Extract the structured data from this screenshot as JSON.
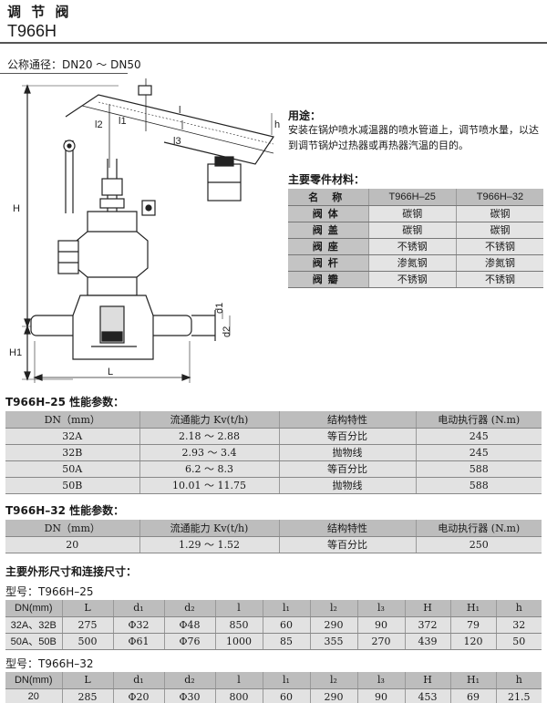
{
  "header": {
    "title": "调 节 阀",
    "model": "T966H",
    "dn_range": "公称通径：DN20 ～ DN50"
  },
  "drawing": {
    "labels": {
      "H": "H",
      "H1": "H1",
      "L": "L",
      "l": "l",
      "l2": "l2",
      "l3": "l3",
      "l1": "l1",
      "h": "h",
      "d1": "d1",
      "d2": "d2"
    }
  },
  "usage": {
    "title": "用途：",
    "text": "安装在锅炉喷水减温器的喷水管道上，调节喷水量，以达到调节锅炉过热器或再热器汽温的目的。"
  },
  "materials": {
    "title": "主要零件材料：",
    "headers": [
      "名 称",
      "T966H–25",
      "T966H–32"
    ],
    "rows": [
      [
        "阀体",
        "碳钢",
        "碳钢"
      ],
      [
        "阀盖",
        "碳钢",
        "碳钢"
      ],
      [
        "阀座",
        "不锈钢",
        "不锈钢"
      ],
      [
        "阀杆",
        "渗氮钢",
        "渗氮钢"
      ],
      [
        "阀瓣",
        "不锈钢",
        "不锈钢"
      ]
    ]
  },
  "perf25": {
    "title": "T966H–25 性能参数：",
    "headers": [
      "DN（mm）",
      "流通能力 Kv(t/h)",
      "结构特性",
      "电动执行器 (N.m)"
    ],
    "rows": [
      [
        "32A",
        "2.18 ～ 2.88",
        "等百分比",
        "245"
      ],
      [
        "32B",
        "2.93 ～ 3.4",
        "抛物线",
        "245"
      ],
      [
        "50A",
        "6.2 ～ 8.3",
        "等百分比",
        "588"
      ],
      [
        "50B",
        "10.01 ～ 11.75",
        "抛物线",
        "588"
      ]
    ]
  },
  "perf32": {
    "title": "T966H–32 性能参数：",
    "headers": [
      "DN（mm）",
      "流通能力 Kv(t/h)",
      "结构特性",
      "电动执行器 (N.m)"
    ],
    "rows": [
      [
        "20",
        "1.29 ～ 1.52",
        "等百分比",
        "250"
      ]
    ]
  },
  "dimensions": {
    "title": "主要外形尺寸和连接尺寸：",
    "headers": [
      "DN(mm)",
      "L",
      "d₁",
      "d₂",
      "l",
      "l₁",
      "l₂",
      "l₃",
      "H",
      "H₁",
      "h"
    ],
    "t25": {
      "label": "型号：T966H–25",
      "rows": [
        [
          "32A、32B",
          "275",
          "Φ32",
          "Φ48",
          "850",
          "60",
          "290",
          "90",
          "372",
          "79",
          "32"
        ],
        [
          "50A、50B",
          "500",
          "Φ61",
          "Φ76",
          "1000",
          "85",
          "355",
          "270",
          "439",
          "120",
          "50"
        ]
      ]
    },
    "t32": {
      "label": "型号：T966H–32",
      "rows": [
        [
          "20",
          "285",
          "Φ20",
          "Φ30",
          "800",
          "60",
          "290",
          "90",
          "453",
          "69",
          "21.5"
        ]
      ]
    }
  }
}
